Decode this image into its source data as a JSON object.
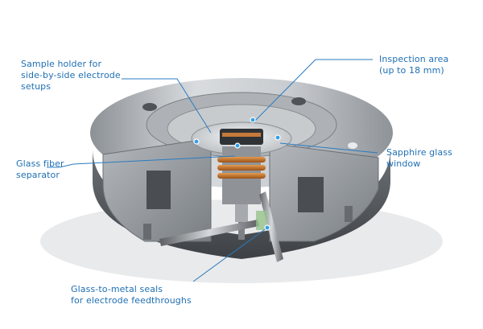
{
  "labels": {
    "sample_holder": [
      "Sample holder for",
      "side-by-side electrode",
      "setups"
    ],
    "inspection_area": [
      "Inspection area",
      "(up to 18 mm)"
    ],
    "glass_fiber": [
      "Glass fiber",
      "separator"
    ],
    "sapphire": [
      "Sapphire glass",
      "window"
    ],
    "seals": [
      "Glass-to-metal seals",
      "for electrode feedthroughs"
    ]
  },
  "colors": {
    "label_text": "#1f6fb3",
    "leader_line": "#2a7bc0",
    "dot": "#33a0e6"
  }
}
